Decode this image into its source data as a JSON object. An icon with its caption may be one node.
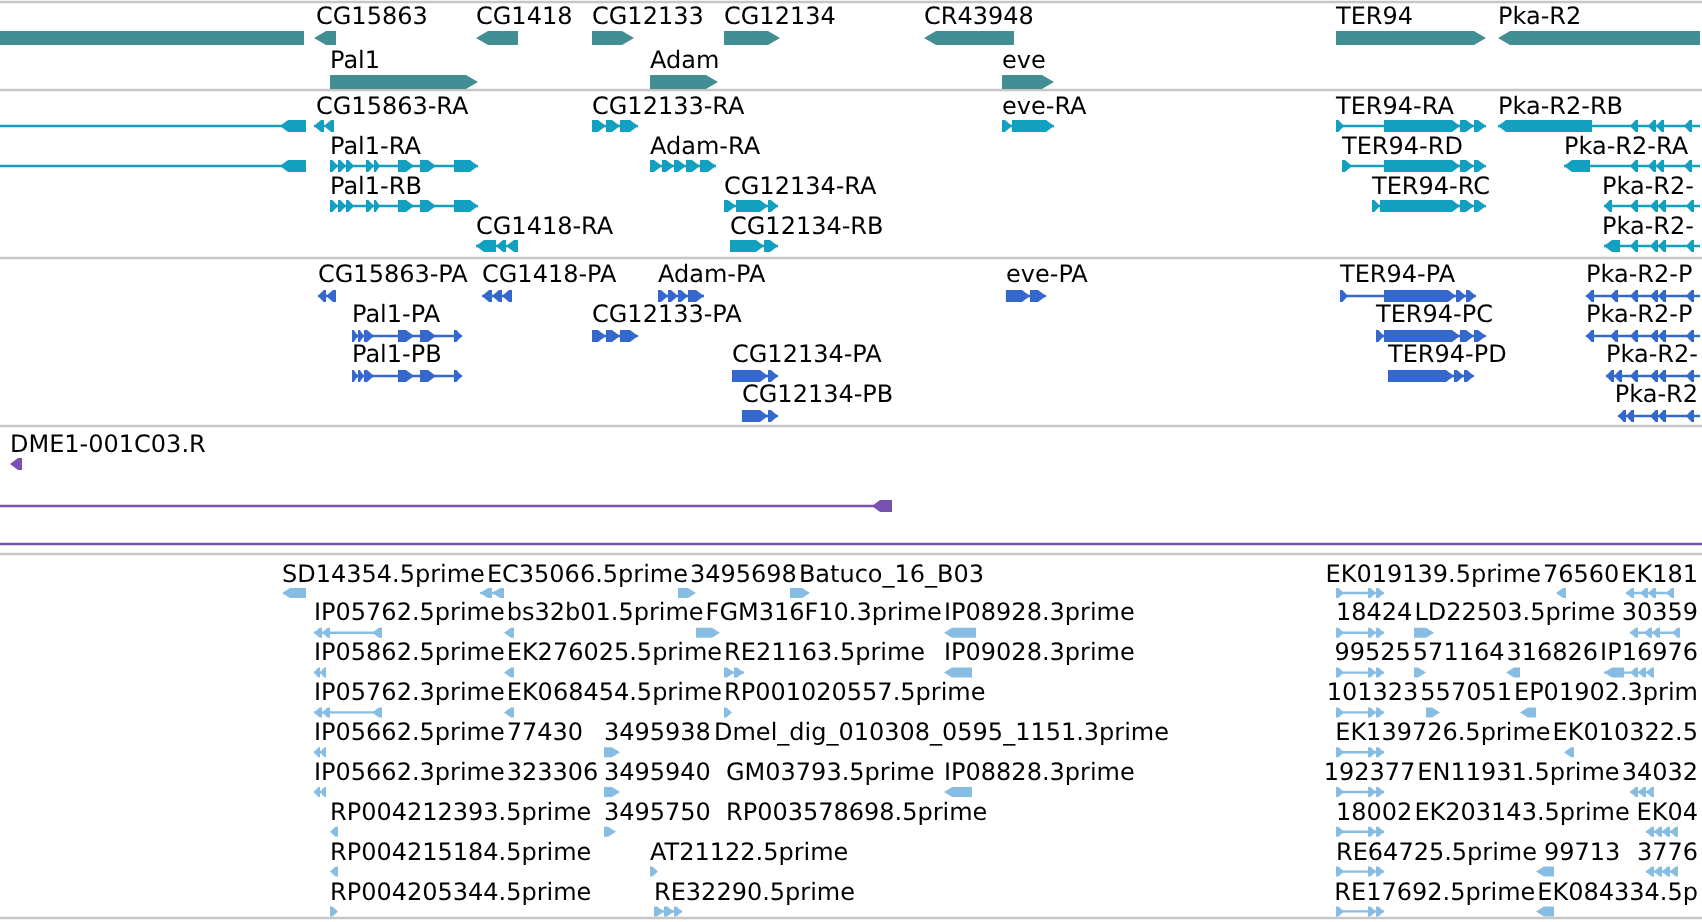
{
  "diagram": {
    "labels": [
      "CG15863",
      "CG1418",
      "CG12133",
      "CG12134",
      "CR43948",
      "TER94",
      "Pka-R2",
      "Pal1",
      "Adam",
      "eve",
      "CG15863-RA",
      "CG12133-RA",
      "eve-RA",
      "TER94-RA",
      "Pka-R2-RB",
      "Pal1-RA",
      "Adam-RA",
      "TER94-RD",
      "Pka-R2-RA",
      "Pal1-RB",
      "CG12134-RA",
      "TER94-RC",
      "Pka-R2-",
      "CG1418-RA",
      "CG12134-RB",
      "Pka-R2-",
      "CG15863-PA",
      "CG1418-PA",
      "Adam-PA",
      "eve-PA",
      "TER94-PA",
      "Pka-R2-P",
      "Pal1-PA",
      "CG12133-PA",
      "TER94-PC",
      "Pka-R2-P",
      "Pal1-PB",
      "CG12134-PA",
      "TER94-PD",
      "Pka-R2-",
      "CG12134-PB",
      "Pka-R2",
      "DME1-001C03.R",
      "SD14354.5prime",
      "EC35066.5prime",
      "3495698",
      "Batuco_16_B03",
      "EK019139.5prime",
      "76560",
      "EK181",
      "IP05762.5prime",
      "bs32b01.5prime",
      "FGM316F10.3prime",
      "IP08928.3prime",
      "18424",
      "LD22503.5prime",
      "30359",
      "IP05862.5prime",
      "EK276025.5prime",
      "RE21163.5prime",
      "IP09028.3prime",
      "99525",
      "571164",
      "316826",
      "IP16976",
      "IP05762.3prime",
      "EK068454.5prime",
      "RP001020557.5prime",
      "101323",
      "557051",
      "EP01902.3prim",
      "IP05662.5prime",
      "77430",
      "3495938",
      "Dmel_dig_010308_0595_1151.3prime",
      "EK139726.5prime",
      "EK010322.5",
      "IP05662.3prime",
      "323306",
      "3495940",
      "GM03793.5prime",
      "IP08828.3prime",
      "192377",
      "EN11931.5prime",
      "34032",
      "RP004212393.5prime",
      "3495750",
      "RP003578698.5prime",
      "18002",
      "EK203143.5prime",
      "EK04",
      "RP004215184.5prime",
      "AT21122.5prime",
      "RE64725.5prime",
      "99713",
      "3776",
      "RP004205344.5prime",
      "RE32290.5prime",
      "RE17692.5prime",
      "EK084334.5p"
    ]
  }
}
